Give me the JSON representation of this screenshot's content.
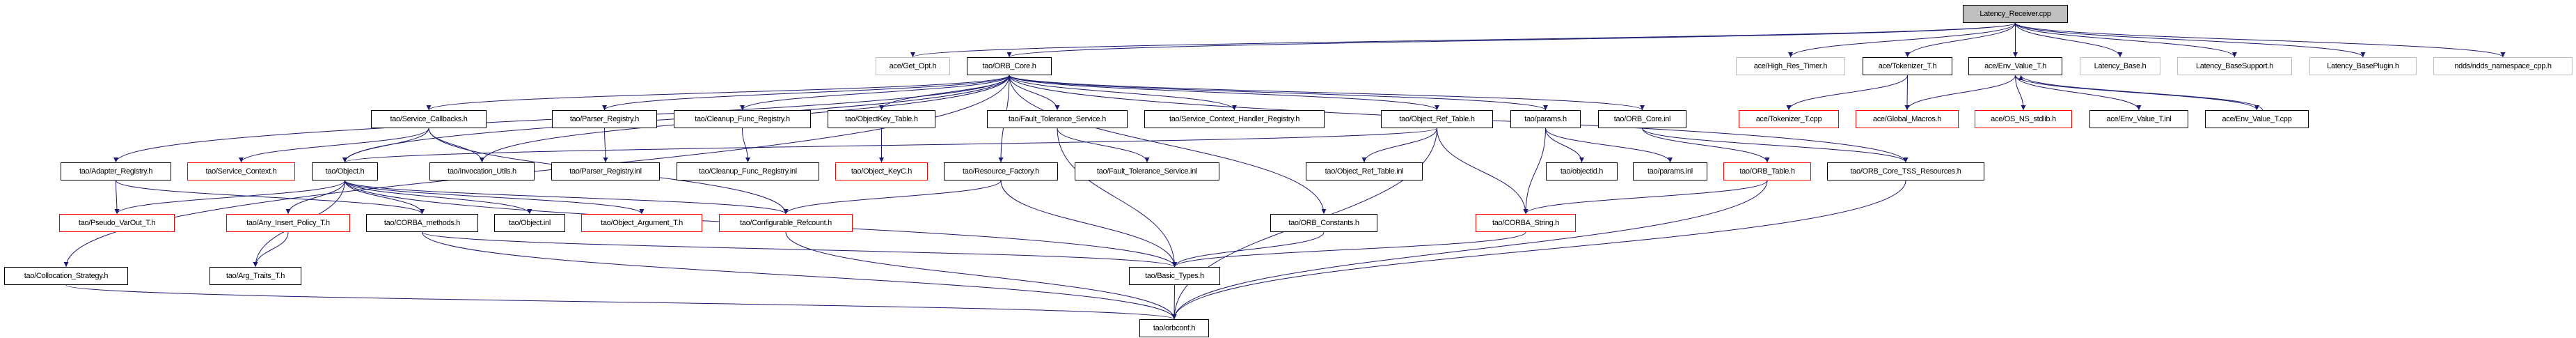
{
  "colors": {
    "edge": "#191970",
    "node_border": "#000000",
    "truncated_border": "#ff0000",
    "external_border": "#bfbfbf",
    "root_fill": "#bfbfbf"
  },
  "nodes": [
    {
      "id": "lr",
      "label": "Latency_Receiver.cpp",
      "style": "root"
    },
    {
      "id": "getopt",
      "label": "ace/Get_Opt.h",
      "style": "gray"
    },
    {
      "id": "orbcore",
      "label": "tao/ORB_Core.h",
      "style": "black"
    },
    {
      "id": "hrt",
      "label": "ace/High_Res_Timer.h",
      "style": "gray"
    },
    {
      "id": "tokh",
      "label": "ace/Tokenizer_T.h",
      "style": "black"
    },
    {
      "id": "envh",
      "label": "ace/Env_Value_T.h",
      "style": "black"
    },
    {
      "id": "lbase",
      "label": "Latency_Base.h",
      "style": "gray"
    },
    {
      "id": "lsupp",
      "label": "Latency_BaseSupport.h",
      "style": "gray"
    },
    {
      "id": "lplug",
      "label": "Latency_BasePlugin.h",
      "style": "gray"
    },
    {
      "id": "ndds",
      "label": "ndds/ndds_namespace_cpp.h",
      "style": "gray"
    },
    {
      "id": "svccb",
      "label": "tao/Service_Callbacks.h",
      "style": "black"
    },
    {
      "id": "parser",
      "label": "tao/Parser_Registry.h",
      "style": "black"
    },
    {
      "id": "cleanup",
      "label": "tao/Cleanup_Func_Registry.h",
      "style": "black"
    },
    {
      "id": "okt",
      "label": "tao/ObjectKey_Table.h",
      "style": "black"
    },
    {
      "id": "fts",
      "label": "tao/Fault_Tolerance_Service.h",
      "style": "black"
    },
    {
      "id": "schr",
      "label": "tao/Service_Context_Handler_Registry.h",
      "style": "black"
    },
    {
      "id": "ort",
      "label": "tao/Object_Ref_Table.h",
      "style": "black"
    },
    {
      "id": "params",
      "label": "tao/params.h",
      "style": "black"
    },
    {
      "id": "orbinl",
      "label": "tao/ORB_Core.inl",
      "style": "black"
    },
    {
      "id": "tokcpp",
      "label": "ace/Tokenizer_T.cpp",
      "style": "red"
    },
    {
      "id": "gmac",
      "label": "ace/Global_Macros.h",
      "style": "red"
    },
    {
      "id": "osstd",
      "label": "ace/OS_NS_stdlib.h",
      "style": "red"
    },
    {
      "id": "envinl",
      "label": "ace/Env_Value_T.inl",
      "style": "black"
    },
    {
      "id": "envcpp",
      "label": "ace/Env_Value_T.cpp",
      "style": "black"
    },
    {
      "id": "adapter",
      "label": "tao/Adapter_Registry.h",
      "style": "black"
    },
    {
      "id": "svcctx",
      "label": "tao/Service_Context.h",
      "style": "red"
    },
    {
      "id": "objh",
      "label": "tao/Object.h",
      "style": "black"
    },
    {
      "id": "invoc",
      "label": "tao/Invocation_Utils.h",
      "style": "black"
    },
    {
      "id": "parserinl",
      "label": "tao/Parser_Registry.inl",
      "style": "black"
    },
    {
      "id": "cleanupinl",
      "label": "tao/Cleanup_Func_Registry.inl",
      "style": "black"
    },
    {
      "id": "okc",
      "label": "tao/Object_KeyC.h",
      "style": "red"
    },
    {
      "id": "resf",
      "label": "tao/Resource_Factory.h",
      "style": "black"
    },
    {
      "id": "ftsinl",
      "label": "tao/Fault_Tolerance_Service.inl",
      "style": "black"
    },
    {
      "id": "ortinl",
      "label": "tao/Object_Ref_Table.inl",
      "style": "black"
    },
    {
      "id": "objid",
      "label": "tao/objectid.h",
      "style": "black"
    },
    {
      "id": "paramsinl",
      "label": "tao/params.inl",
      "style": "black"
    },
    {
      "id": "orbtable",
      "label": "tao/ORB_Table.h",
      "style": "red"
    },
    {
      "id": "tss",
      "label": "tao/ORB_Core_TSS_Resources.h",
      "style": "black"
    },
    {
      "id": "pseudo",
      "label": "tao/Pseudo_VarOut_T.h",
      "style": "red"
    },
    {
      "id": "anyins",
      "label": "tao/Any_Insert_Policy_T.h",
      "style": "red"
    },
    {
      "id": "corbam",
      "label": "tao/CORBA_methods.h",
      "style": "black"
    },
    {
      "id": "objinl",
      "label": "tao/Object.inl",
      "style": "black"
    },
    {
      "id": "objarg",
      "label": "tao/Object_Argument_T.h",
      "style": "red"
    },
    {
      "id": "confref",
      "label": "tao/Configurable_Refcount.h",
      "style": "red"
    },
    {
      "id": "orbconst",
      "label": "tao/ORB_Constants.h",
      "style": "black"
    },
    {
      "id": "cstring",
      "label": "tao/CORBA_String.h",
      "style": "red"
    },
    {
      "id": "colloc",
      "label": "tao/Collocation_Strategy.h",
      "style": "black"
    },
    {
      "id": "argtr",
      "label": "tao/Arg_Traits_T.h",
      "style": "black"
    },
    {
      "id": "basic",
      "label": "tao/Basic_Types.h",
      "style": "black"
    },
    {
      "id": "orbconf",
      "label": "tao/orbconf.h",
      "style": "black"
    }
  ],
  "edges": [
    [
      "lr",
      "getopt"
    ],
    [
      "lr",
      "orbcore"
    ],
    [
      "lr",
      "hrt"
    ],
    [
      "lr",
      "tokh"
    ],
    [
      "lr",
      "envh"
    ],
    [
      "lr",
      "lbase"
    ],
    [
      "lr",
      "lsupp"
    ],
    [
      "lr",
      "lplug"
    ],
    [
      "lr",
      "ndds"
    ],
    [
      "orbcore",
      "svccb"
    ],
    [
      "orbcore",
      "parser"
    ],
    [
      "orbcore",
      "cleanup"
    ],
    [
      "orbcore",
      "okt"
    ],
    [
      "orbcore",
      "fts"
    ],
    [
      "orbcore",
      "schr"
    ],
    [
      "orbcore",
      "ort"
    ],
    [
      "orbcore",
      "params"
    ],
    [
      "orbcore",
      "orbinl"
    ],
    [
      "orbcore",
      "objh"
    ],
    [
      "orbcore",
      "invoc"
    ],
    [
      "orbcore",
      "adapter"
    ],
    [
      "orbcore",
      "colloc"
    ],
    [
      "orbcore",
      "resf"
    ],
    [
      "orbcore",
      "orbconst"
    ],
    [
      "orbcore",
      "tss"
    ],
    [
      "svccb",
      "svcctx"
    ],
    [
      "svccb",
      "objh"
    ],
    [
      "svccb",
      "invoc"
    ],
    [
      "svccb",
      "confref"
    ],
    [
      "parser",
      "parserinl"
    ],
    [
      "cleanup",
      "cleanupinl"
    ],
    [
      "okt",
      "okc"
    ],
    [
      "fts",
      "ftsinl"
    ],
    [
      "fts",
      "basic"
    ],
    [
      "ort",
      "objh"
    ],
    [
      "ort",
      "ortinl"
    ],
    [
      "ort",
      "cstring"
    ],
    [
      "ort",
      "orbconf"
    ],
    [
      "params",
      "cstring"
    ],
    [
      "params",
      "objid"
    ],
    [
      "params",
      "paramsinl"
    ],
    [
      "orbinl",
      "orbtable"
    ],
    [
      "orbinl",
      "tss"
    ],
    [
      "orbtable",
      "cstring"
    ],
    [
      "orbtable",
      "orbconf"
    ],
    [
      "tss",
      "orbconf"
    ],
    [
      "tokh",
      "tokcpp"
    ],
    [
      "tokh",
      "gmac"
    ],
    [
      "envh",
      "gmac"
    ],
    [
      "envh",
      "osstd"
    ],
    [
      "envh",
      "envinl"
    ],
    [
      "envh",
      "envcpp"
    ],
    [
      "envcpp",
      "envh"
    ],
    [
      "adapter",
      "pseudo"
    ],
    [
      "adapter",
      "corbam"
    ],
    [
      "objh",
      "pseudo"
    ],
    [
      "objh",
      "argtr"
    ],
    [
      "objh",
      "anyins"
    ],
    [
      "objh",
      "corbam"
    ],
    [
      "objh",
      "objinl"
    ],
    [
      "objh",
      "objarg"
    ],
    [
      "objh",
      "confref"
    ],
    [
      "objh",
      "basic"
    ],
    [
      "anyins",
      "argtr"
    ],
    [
      "corbam",
      "basic"
    ],
    [
      "corbam",
      "orbconf"
    ],
    [
      "resf",
      "confref"
    ],
    [
      "resf",
      "basic"
    ],
    [
      "confref",
      "orbconf"
    ],
    [
      "orbconst",
      "basic"
    ],
    [
      "cstring",
      "basic"
    ],
    [
      "basic",
      "orbconf"
    ],
    [
      "colloc",
      "orbconf"
    ]
  ]
}
